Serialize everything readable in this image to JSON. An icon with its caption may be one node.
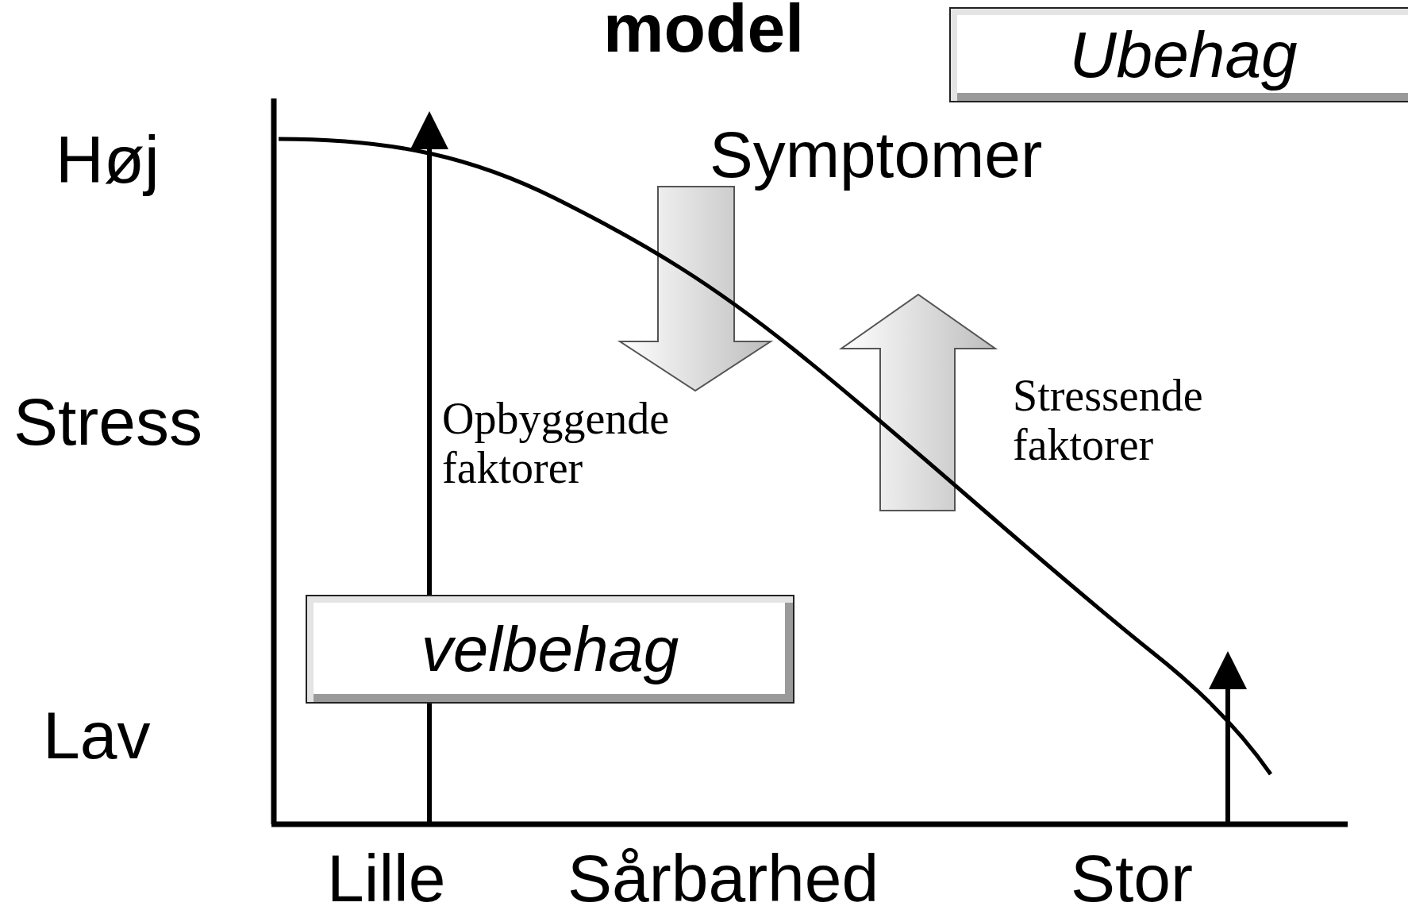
{
  "diagram": {
    "title": "model",
    "nodes": [
      {
        "text": [
          "Ubehag"
        ]
      },
      {
        "text": [
          "velbehag"
        ]
      }
    ],
    "labels": [
      "Høj",
      "Symptomer",
      "Stress",
      "Opbyggende faktorer",
      "Stressende faktorer",
      "Lav",
      "Lille",
      "Sårbarhed",
      "Stor"
    ]
  }
}
